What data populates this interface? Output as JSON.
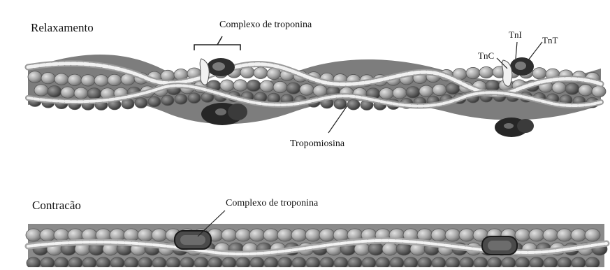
{
  "panels": {
    "relaxed": {
      "title": "Relaxamento",
      "troponin_label": "Complexo de troponina",
      "tropomyosin_label": "Tropomiosina",
      "subunits": {
        "tni": "TnI",
        "tnt": "TnT",
        "tnc": "TnC"
      }
    },
    "contracted": {
      "title": "Contracão",
      "troponin_label": "Complexo de troponina"
    }
  },
  "colors": {
    "actin_light": "#c9c9c9",
    "actin_mid": "#8f8f8f",
    "actin_dark": "#555555",
    "rope": "#e6e6e6",
    "troponin_dark": "#2e2e2e",
    "troponin_light": "#eeeeee"
  }
}
